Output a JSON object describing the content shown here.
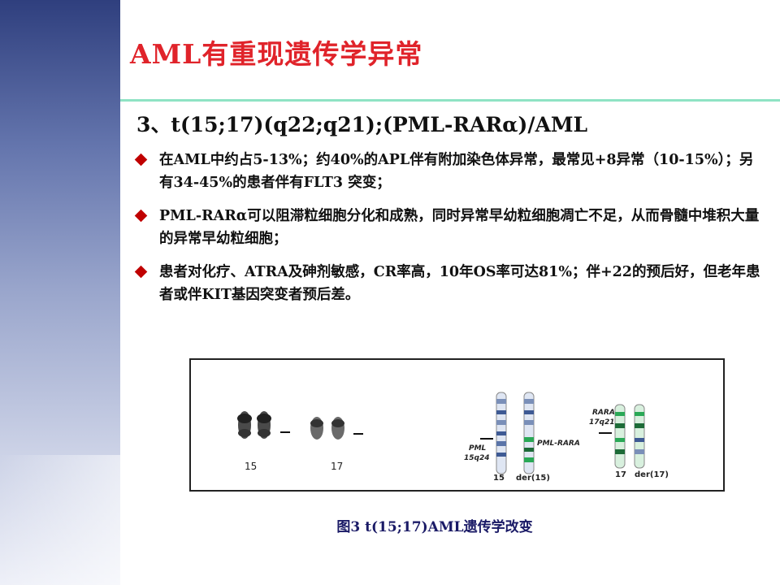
{
  "slide": {
    "title": "AML有重现遗传学异常",
    "section_heading": "3、t(15;17)(q22;q21);(PML-RARα)/AML",
    "bullets": [
      "在AML中约占5-13%；约40%的APL伴有附加染色体异常，最常见+8异常（10-15%）；另有34-45%的患者伴有FLT3 突变；",
      "PML-RARα可以阻滞粒细胞分化和成熟，同时异常早幼粒细胞凋亡不足，从而骨髓中堆积大量的异常早幼粒细胞；",
      "患者对化疗、ATRA及砷剂敏感，CR率高，10年OS率可达81%；伴+22的预后好，但老年患者或伴KIT基因突变者预后差。"
    ]
  },
  "figure": {
    "karyotype_labels": [
      "15",
      "17"
    ],
    "ideogram": {
      "pml_label": "PML",
      "pml_band": "15q24",
      "fusion_label": "PML-RARA",
      "rara_label": "RARA",
      "rara_band": "17q21",
      "chr_labels": [
        "15",
        "der(15)",
        "17",
        "der(17)"
      ]
    },
    "caption": "图3 t(15;17)AML遗传学改变"
  },
  "colors": {
    "title": "#e0232a",
    "bullet": "#c00000",
    "rule": "#8fe3c4",
    "caption": "#1a1a66"
  }
}
